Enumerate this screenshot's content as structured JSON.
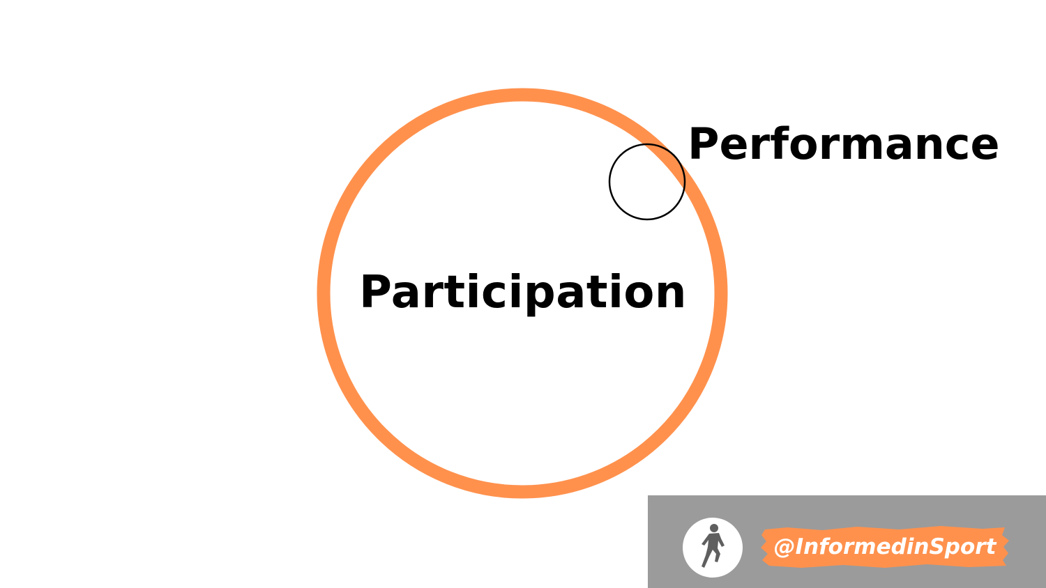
{
  "diagram": {
    "outer_circle_label": "Participation",
    "inner_circle_label": "Performance",
    "colors": {
      "outer_ring": "#ff914d",
      "inner_ring": "#000000",
      "text": "#000000"
    }
  },
  "watermark": {
    "handle": "@InformedinSport",
    "logo_icon": "runner-silhouette-icon",
    "colors": {
      "banner": "#9b9b9b",
      "handle_highlight": "#ff914d",
      "handle_text": "#ffffff",
      "logo_bg": "#ffffff",
      "logo_figure": "#5f5f5f"
    }
  }
}
